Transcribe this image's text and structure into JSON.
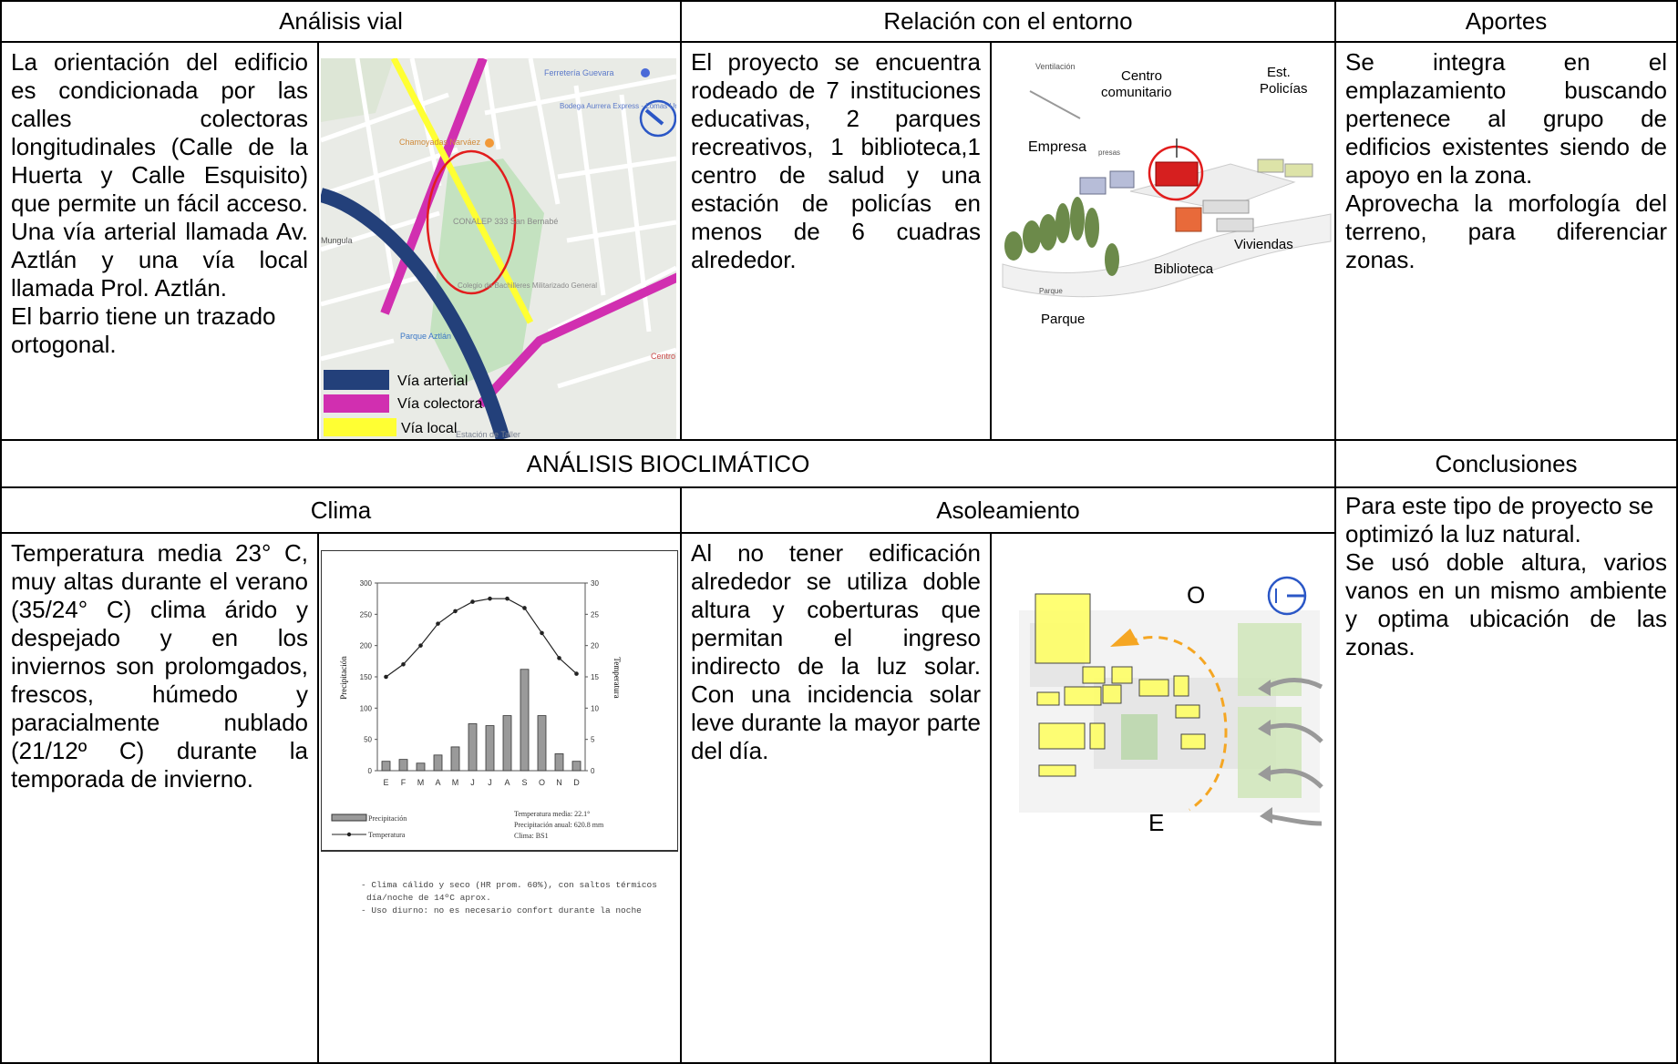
{
  "headers": {
    "analisis_vial": "Análisis vial",
    "relacion_entorno": "Relación con el entorno",
    "aportes": "Aportes",
    "bioclimatico": "ANÁLISIS BIOCLIMÁTICO",
    "conclusiones": "Conclusiones",
    "clima": "Clima",
    "asoleamiento": "Asoleamiento"
  },
  "analisis_vial": {
    "text1": "La orientación del edificio es condicionada por las calles colectoras longitudinales (Calle de la Huerta y Calle Esquisito) que permite un fácil acceso. Una vía arterial llamada Av. Aztlán y una vía local llamada Prol. Aztlán.",
    "text2": "El barrio tiene un trazado ortogonal."
  },
  "map": {
    "pois": [
      "Ferretería Guevara",
      "Bodega Aurrera Express - Lomas Uruguay",
      "Chamoyadas Narváez",
      "CONALEP 333 San Bernabé",
      "Colegio de Bachilleres Militarizado General",
      "Parque Aztlán",
      "Mungula",
      "Centro d",
      "Estación de Taller"
    ],
    "legend": [
      {
        "label": "Vía arterial",
        "color": "#23407a"
      },
      {
        "label": "Vía colectora",
        "color": "#d12fb0"
      },
      {
        "label": "Vía local",
        "color": "#ffff33"
      }
    ]
  },
  "relacion": {
    "text": "El proyecto se encuentra rodeado de 7 instituciones educativas, 2 parques recreativos, 1 biblioteca,1 centro de salud y una estación de policías en menos de 6 cuadras alrededor.",
    "labels": {
      "centro": "Centro comunitario",
      "est": "Est. Policías",
      "empresa": "Empresa",
      "viviendas": "Viviendas",
      "biblioteca": "Biblioteca",
      "parque": "Parque",
      "ventilacion": "Ventilación",
      "presas": "presas",
      "parque_small": "Parque"
    }
  },
  "aportes": {
    "text1": "Se integra en el emplazamiento buscando pertenece al grupo de edificios existentes siendo de apoyo en la zona.",
    "text2": "Aprovecha la morfología del terreno, para diferenciar zonas."
  },
  "clima": {
    "text": "Temperatura media 23° C, muy altas durante el verano (35/24° C) clima árido y despejado y en los inviernos son prolomgados, frescos, húmedo y paracialmente nublado (21/12º C) durante la temporada de invierno.",
    "note1": "- Clima cálido y seco (HR prom. 60%), con saltos térmicos día/noche de 14ºC aprox.",
    "note2": "- Uso diurno: no es necesario confort durante la noche"
  },
  "chart_data": {
    "type": "bar",
    "categories": [
      "E",
      "F",
      "M",
      "A",
      "M",
      "J",
      "J",
      "A",
      "S",
      "O",
      "N",
      "D"
    ],
    "series": [
      {
        "name": "Precipitación",
        "type": "bar",
        "axis": "left",
        "values": [
          15,
          18,
          12,
          25,
          38,
          75,
          72,
          88,
          162,
          88,
          27,
          15
        ]
      },
      {
        "name": "Temperatura",
        "type": "line",
        "axis": "right",
        "values": [
          15,
          17,
          20,
          23.5,
          25.5,
          27,
          27.5,
          27.5,
          26,
          22,
          18,
          15.5
        ]
      }
    ],
    "ylabel_left": "Precipitación",
    "ylabel_right": "Temperatura",
    "ylim_left": [
      0,
      300
    ],
    "ylim_right": [
      0,
      30
    ],
    "yticks_left": [
      "0",
      "50",
      "100",
      "150",
      "200",
      "250",
      "300"
    ],
    "yticks_right": [
      "0",
      "5",
      "10",
      "15",
      "20",
      "25",
      "30"
    ],
    "legend": [
      "Precipitación",
      "Temperatura"
    ],
    "info": [
      "Temperatura media: 22.1°",
      "Precipitación anual: 620.8 mm",
      "Clima: BS1"
    ]
  },
  "asoleamiento": {
    "text": "Al no tener edificación alrededor se utiliza doble altura y coberturas que permitan el ingreso indirecto de la luz solar. Con una incidencia solar leve durante la mayor parte del día.",
    "oeste": "O",
    "este": "E"
  },
  "conclusiones": {
    "text1": "Para este tipo de proyecto se optimizó la luz natural.",
    "text2": "Se usó doble altura, varios vanos en un mismo ambiente y optima ubicación de las zonas."
  }
}
